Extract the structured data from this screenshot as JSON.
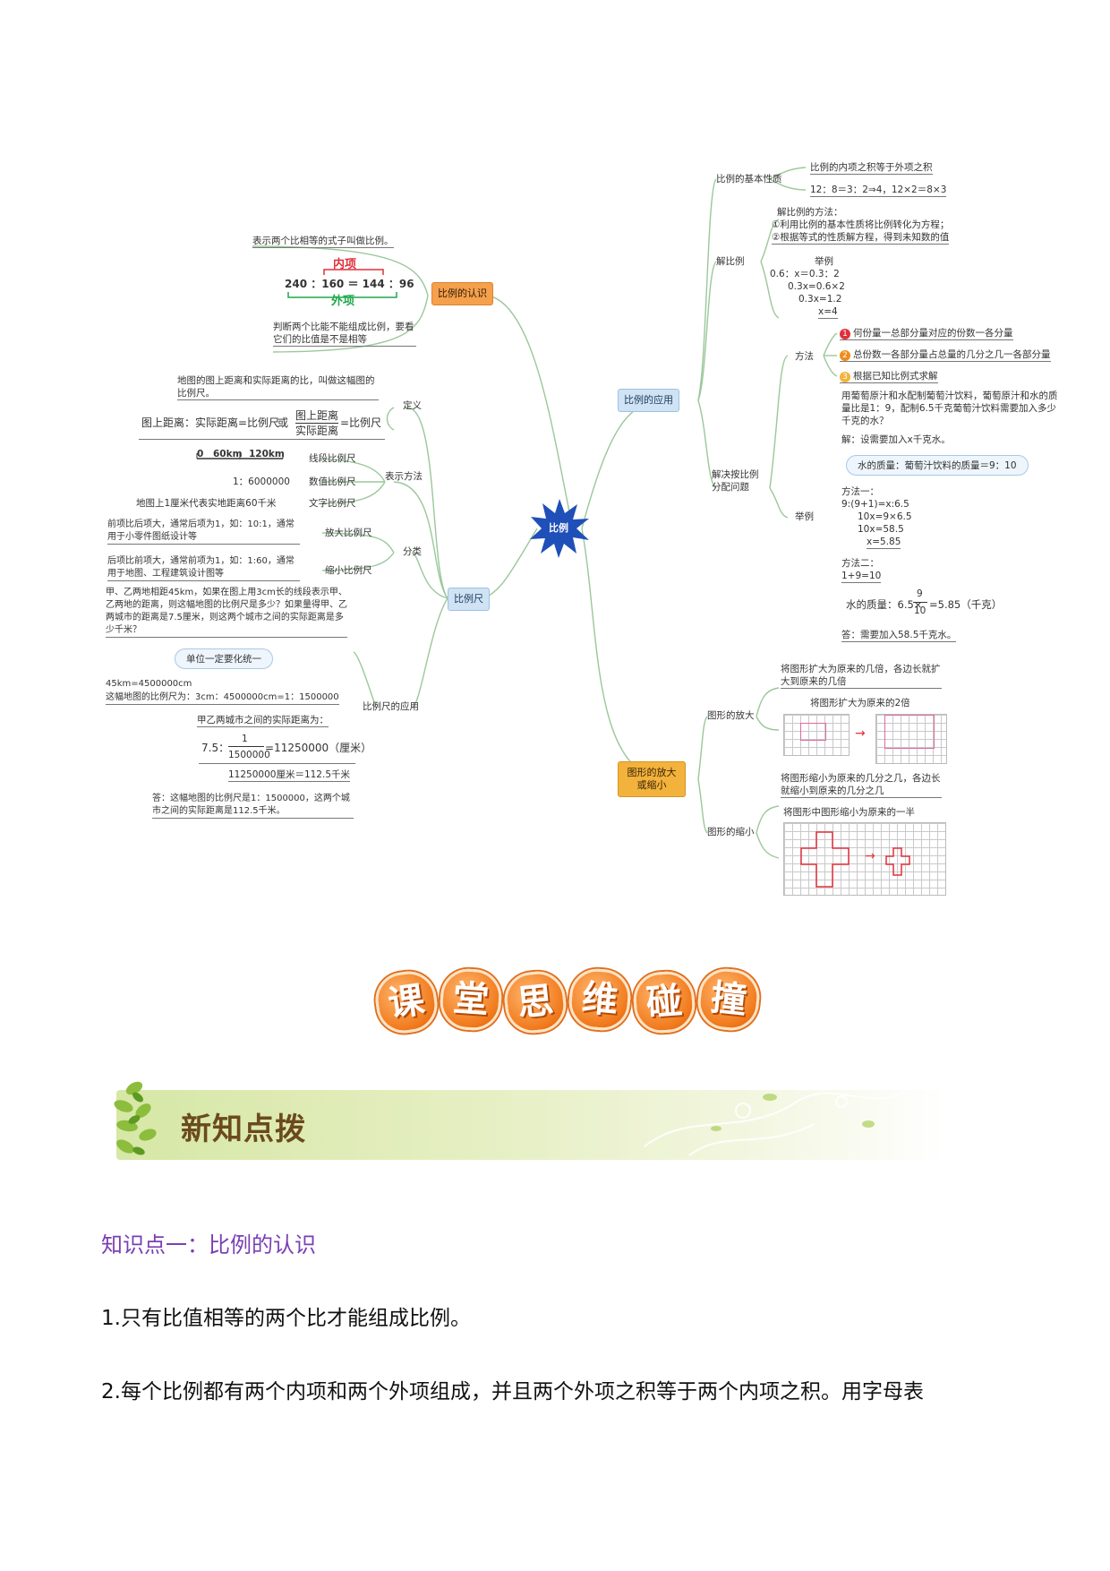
{
  "mindmap": {
    "center": "比例",
    "recognition": {
      "label": "比例的认识",
      "definition": "表示两个比相等的式子叫做比例。",
      "inner_label": "内项",
      "outer_label": "外项",
      "example": "240 ：160 ＝ 144 ：96",
      "judge": "判断两个比能不能组成比例，要看它们的比值是不是相等"
    },
    "scale": {
      "label": "比例尺",
      "definition": {
        "label": "定义",
        "text": "地图的图上距离和实际距离的比，叫做这幅图的比例尺。",
        "formula_left": "图上距离：实际距离=比例尺",
        "or": "或",
        "frac_top": "图上距离",
        "frac_bottom": "实际距离",
        "frac_eq": "=比例尺"
      },
      "representation": {
        "label": "表示方法",
        "line_scale_values": [
          "0",
          "60km",
          "120km"
        ],
        "line_scale_label": "线段比例尺",
        "numeric_value": "1：6000000",
        "numeric_label": "数值比例尺",
        "text_value": "地图上1厘米代表实地距离60千米",
        "text_label": "文字比例尺"
      },
      "classification": {
        "label": "分类",
        "enlarge_text": "前项比后项大，通常后项为1，如：10:1，通常用于小零件图纸设计等",
        "enlarge_label": "放大比例尺",
        "reduce_text": "后项比前项大，通常前项为1，如：1:60，通常用于地图、工程建筑设计图等",
        "reduce_label": "缩小比例尺"
      },
      "application": {
        "label": "比例尺的应用",
        "question": "甲、乙两地相距45km，如果在图上用3cm长的线段表示甲、乙两地的距离，则这幅地图的比例尺是多少？如果量得甲、乙两城市的距离是7.5厘米，则这两个城市之间的实际距离是多少千米？",
        "unit_note": "单位一定要化统一",
        "step1": "45km=4500000cm",
        "step2": "这幅地图的比例尺为：3cm：4500000cm=1：1500000",
        "step3": "甲乙两城市之间的实际距离为：",
        "step4_left": "7.5：",
        "step4_frac_top": "1",
        "step4_frac_bottom": "1500000",
        "step4_right": "=11250000（厘米）",
        "step5": "11250000厘米＝112.5千米",
        "answer": "答：这幅地图的比例尺是1：1500000，这两个城市之间的实际距离是112.5千米。"
      }
    },
    "application": {
      "label": "比例的应用",
      "basic_property": {
        "label": "比例的基本性质",
        "text": "比例的内项之积等于外项之积",
        "example": "12：8＝3：2⇒4，12×2＝8×3"
      },
      "solve": {
        "label": "解比例",
        "method_title": "解比例的方法：",
        "method1": "①利用比例的基本性质将比例转化为方程；",
        "method2": "②根据等式的性质解方程，得到未知数的值",
        "example_title": "举例",
        "example_lines": [
          "0.6：x＝0.3：2",
          "0.3x=0.6×2",
          "0.3x=1.2",
          "x=4"
        ]
      },
      "distribution": {
        "label": "解决按比例分配问题",
        "method": {
          "label": "方法",
          "items": [
            "何份量一总部分量对应的份数一各分量",
            "总份数一各部分量占总量的几分之几一各部分量",
            "根据已知比例式求解"
          ]
        },
        "example": {
          "label": "举例",
          "problem": "用葡萄原汁和水配制葡萄汁饮料，葡萄原汁和水的质量比是1：9，配制6.5千克葡萄汁饮料需要加入多少千克的水？",
          "setup": "解：设需要加入x千克水。",
          "ratio_note": "水的质量：葡萄汁饮料的质量＝9：10",
          "m1_title": "方法一：",
          "m1_lines": [
            "9:(9+1)=x:6.5",
            "10x=9×6.5",
            "10x=58.5",
            "x=5.85"
          ],
          "m2_title": "方法二：",
          "m2_line": "1+9=10",
          "m2_calc_left": "水的质量：6.5×",
          "m2_frac_top": "9",
          "m2_frac_bottom": "10",
          "m2_calc_right": "=5.85（千克）",
          "answer": "答：需要加入58.5千克水。"
        }
      }
    },
    "shapes": {
      "label": "图形的放大或缩小",
      "enlarge": {
        "label": "图形的放大",
        "text": "将图形扩大为原来的几倍，各边长就扩大到原来的几倍",
        "example_caption": "将图形扩大为原来的2倍"
      },
      "reduce": {
        "label": "图形的缩小",
        "text": "将图形缩小为原来的几分之几，各边长就缩小到原来的几分之几",
        "example_caption": "将图形中图形缩小为原来的一半"
      }
    }
  },
  "section_title_chars": [
    "课",
    "堂",
    "思",
    "维",
    "碰",
    "撞"
  ],
  "banner_title": "新知点拨",
  "knowledge_heading": "知识点一：比例的认识",
  "paragraphs": [
    "1.只有比值相等的两个比才能组成比例。",
    "2.每个比例都有两个内项和两个外项组成，并且两个外项之积等于两个内项之积。用字母表"
  ]
}
